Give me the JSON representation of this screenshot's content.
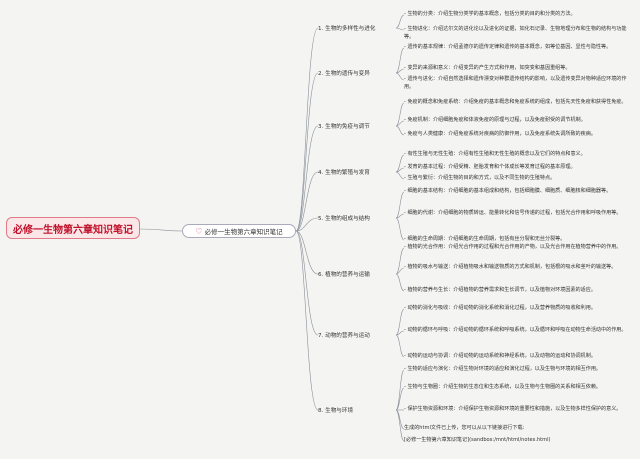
{
  "root": {
    "label": "必修一生物第六章知识笔记"
  },
  "center": {
    "label": "必修一生物第六章知识笔记"
  },
  "branches": [
    {
      "label": "1. 生物的多样性与进化",
      "leaves": [
        "- 生物的分类：介绍生物分类学的基本概念，包括分类的目的和分类的方法。",
        "- 生物进化：介绍达尔文的进化论以及进化的证据，如化石记录、生物地理分布和生物的结构与功能等。"
      ]
    },
    {
      "label": "2. 生物的遗传与变异",
      "leaves": [
        "- 遗传的基本规律：介绍孟德尔的遗传定律和遗传的基本概念，如等位基因、显性与隐性等。",
        "- 变异的来源和意义：介绍变异的产生方式和作用，如突变和基因重组等。",
        "- 遗传与进化：介绍自然选择和遗传漂变对种群遗传结构的影响，以及遗传变异对物种适应环境的作用。"
      ]
    },
    {
      "label": "3. 生物的免疫与调节",
      "leaves": [
        "- 免疫的概念和免疫系统：介绍免疫的基本概念和免疫系统的组成，包括先天性免疫和获得性免疫。",
        "- 免疫机制：介绍细胞免疫和体液免疫的原理与过程，以及免疫耐受的调节机制。",
        "- 免疫与人类健康：介绍免疫系统对疾病的防御作用，以及免疫系统失调所致的疾病。"
      ]
    },
    {
      "label": "4. 生物的繁殖与发育",
      "leaves": [
        "- 有性生殖与无性生殖：介绍有性生殖和无性生殖的概念以及它们的特点和意义。",
        "- 发育的基本过程：介绍受精、胚胎发育和个体成长等发育过程的基本原理。",
        "- 生殖与繁衍：介绍生物的目的和方式，以及不同生物的生殖特点。"
      ]
    },
    {
      "label": "5. 生物的组成与结构",
      "leaves": [
        "- 细胞的基本结构：介绍细胞的基本组成和结构，包括细胞膜、细胞质、细胞核和细胞器等。",
        "- 细胞的代谢：介绍细胞的物质转运、能量转化和信号传递的过程，包括光合作用和呼吸作用等。",
        "- 细胞的生命周期：介绍细胞的生命周期，包括有丝分裂和无丝分裂等。"
      ]
    },
    {
      "label": "6. 植物的营养与运输",
      "leaves": [
        "- 植物的光合作用：介绍光合作用的过程和光合作用的产物，以及光合作用在植物营养中的作用。",
        "- 植物的吸水与输送：介绍植物吸水和输送物质的方式和机制，包括根的吸水和茎叶的输送等。",
        "- 植物的营养与生长：介绍植物的营养需求和生长调节，以及植物对环境因素的适应。"
      ]
    },
    {
      "label": "7. 动物的营养与运动",
      "leaves": [
        "- 动物的消化与吸收：介绍动物的消化系统和消化过程，以及营养物质的吸收和利用。",
        "- 动物的循环与呼吸：介绍动物的循环系统和呼吸系统，以及循环和呼吸在动物生命活动中的作用。",
        "- 动物的运动与协调：介绍动物的运动系统和神经系统，以及动物的运动和协调机制。"
      ]
    },
    {
      "label": "8. 生物与环境",
      "leaves": [
        "- 生物的适应与演化：介绍生物对环境的适应和演化过程，以及生物与环境的相互作用。",
        "- 生物与生物圈：介绍生物的生态位和生态系统，以及生物与生物圈的关系和相互依赖。",
        "- 保护生物资源和环境：介绍保护生物资源和环境的重要性和措施，以及生物多样性保护的意义。",
        "生成的html文件已上传，您可以从以下链接进行下载:",
        "[必修一生物第六章知识笔记](sandbox:/mnt/html/notes.html)"
      ]
    }
  ]
}
